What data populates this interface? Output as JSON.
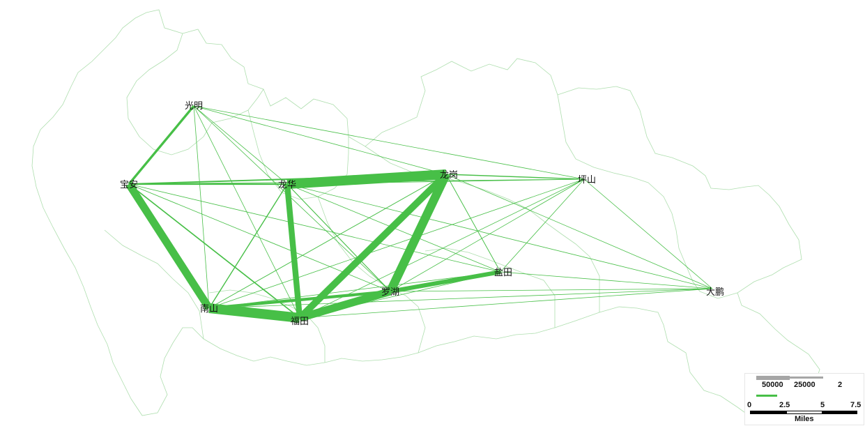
{
  "nodes": [
    {
      "id": "guangming",
      "label": "光明"
    },
    {
      "id": "baoan",
      "label": "宝安"
    },
    {
      "id": "longhua",
      "label": "龙华"
    },
    {
      "id": "longgang",
      "label": "龙岗"
    },
    {
      "id": "pingshan",
      "label": "坪山"
    },
    {
      "id": "yantian",
      "label": "盐田"
    },
    {
      "id": "luohu",
      "label": "罗湖"
    },
    {
      "id": "nanshan",
      "label": "南山"
    },
    {
      "id": "futian",
      "label": "福田"
    },
    {
      "id": "dapeng",
      "label": "大鹏"
    }
  ],
  "flows": [
    {
      "from": "longhua",
      "to": "longgang",
      "weight": 50000
    },
    {
      "from": "longgang",
      "to": "luohu",
      "weight": 45000
    },
    {
      "from": "longgang",
      "to": "futian",
      "weight": 35000
    },
    {
      "from": "nanshan",
      "to": "futian",
      "weight": 50000
    },
    {
      "from": "baoan",
      "to": "nanshan",
      "weight": 40000
    },
    {
      "from": "longhua",
      "to": "futian",
      "weight": 30000
    },
    {
      "from": "futian",
      "to": "luohu",
      "weight": 40000
    },
    {
      "from": "luohu",
      "to": "yantian",
      "weight": 22000
    },
    {
      "from": "nanshan",
      "to": "luohu",
      "weight": 15000
    },
    {
      "from": "guangming",
      "to": "baoan",
      "weight": 12000
    },
    {
      "from": "baoan",
      "to": "longhua",
      "weight": 8000
    },
    {
      "from": "baoan",
      "to": "longgang",
      "weight": 7000
    },
    {
      "from": "baoan",
      "to": "futian",
      "weight": 6000
    },
    {
      "from": "longgang",
      "to": "pingshan",
      "weight": 5000
    },
    {
      "from": "longhua",
      "to": "nanshan",
      "weight": 5000
    },
    {
      "from": "longhua",
      "to": "luohu",
      "weight": 4000
    },
    {
      "from": "longgang",
      "to": "yantian",
      "weight": 3500
    },
    {
      "from": "longgang",
      "to": "nanshan",
      "weight": 3500
    },
    {
      "from": "longhua",
      "to": "pingshan",
      "weight": 3000
    },
    {
      "from": "baoan",
      "to": "luohu",
      "weight": 3000
    },
    {
      "from": "guangming",
      "to": "longhua",
      "weight": 2500
    },
    {
      "from": "guangming",
      "to": "futian",
      "weight": 2000
    },
    {
      "from": "guangming",
      "to": "nanshan",
      "weight": 2000
    },
    {
      "from": "guangming",
      "to": "longgang",
      "weight": 1500
    },
    {
      "from": "guangming",
      "to": "luohu",
      "weight": 1200
    },
    {
      "from": "guangming",
      "to": "pingshan",
      "weight": 800
    },
    {
      "from": "baoan",
      "to": "yantian",
      "weight": 2000
    },
    {
      "from": "baoan",
      "to": "pingshan",
      "weight": 1500
    },
    {
      "from": "longhua",
      "to": "yantian",
      "weight": 2000
    },
    {
      "from": "longhua",
      "to": "dapeng",
      "weight": 1000
    },
    {
      "from": "longgang",
      "to": "dapeng",
      "weight": 1500
    },
    {
      "from": "pingshan",
      "to": "futian",
      "weight": 2500
    },
    {
      "from": "pingshan",
      "to": "nanshan",
      "weight": 1500
    },
    {
      "from": "pingshan",
      "to": "luohu",
      "weight": 2000
    },
    {
      "from": "pingshan",
      "to": "yantian",
      "weight": 1500
    },
    {
      "from": "pingshan",
      "to": "dapeng",
      "weight": 1200
    },
    {
      "from": "yantian",
      "to": "futian",
      "weight": 3000
    },
    {
      "from": "yantian",
      "to": "nanshan",
      "weight": 2000
    },
    {
      "from": "yantian",
      "to": "dapeng",
      "weight": 1500
    },
    {
      "from": "luohu",
      "to": "dapeng",
      "weight": 1500
    },
    {
      "from": "futian",
      "to": "dapeng",
      "weight": 1200
    },
    {
      "from": "nanshan",
      "to": "dapeng",
      "weight": 1000
    }
  ],
  "legend": {
    "items": [
      "50000",
      "25000",
      "2"
    ],
    "line_color": "#47bf47",
    "bar_color": "#a6a6a6"
  },
  "scale_bar": {
    "ticks": [
      "0",
      "2.5",
      "5",
      "7.5"
    ],
    "unit": "Miles"
  },
  "colors": {
    "flow": "#47bf47",
    "boundary": "#9ad69a",
    "background": "#ffffff"
  }
}
